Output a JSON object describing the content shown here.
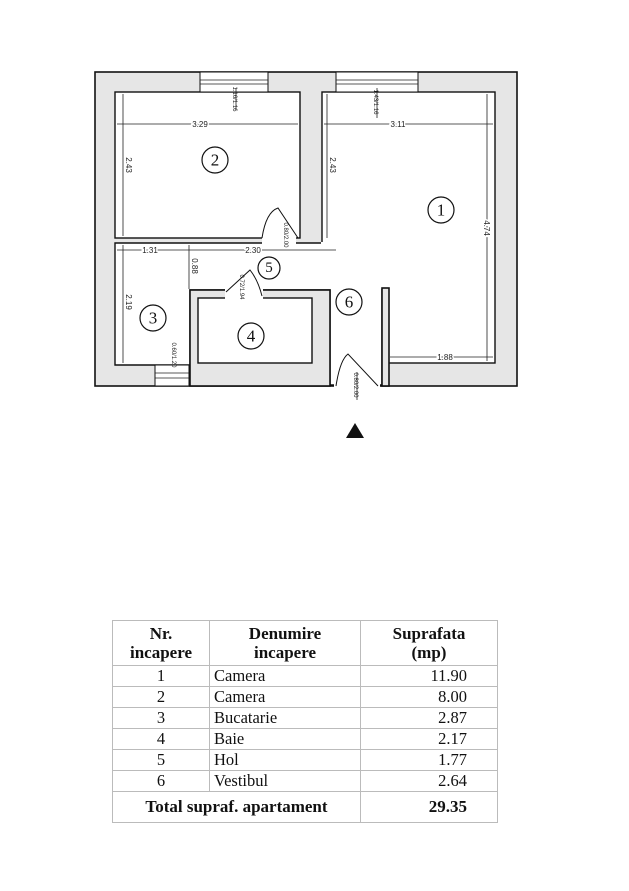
{
  "floor_plan": {
    "rooms": [
      {
        "number": "1"
      },
      {
        "number": "2"
      },
      {
        "number": "3"
      },
      {
        "number": "4"
      },
      {
        "number": "5"
      },
      {
        "number": "6"
      }
    ],
    "dimensions": {
      "room2_width": "3.29",
      "room2_depth": "2.43",
      "room1_width": "3.11",
      "room1_depth_left": "2.43",
      "room1_depth": "4.74",
      "room1_bottom_width": "1.88",
      "hall_left": "1.31",
      "hall_right": "2.30",
      "hall_depth": "0.88",
      "kitchen_depth": "2.19"
    },
    "openings": {
      "window_room2": "1.16/1.16",
      "window_room1": "1.43/1.16",
      "door_room2": "0.80/2.00",
      "door_bath": "0.72/1.94",
      "door_entry": "0.80/2.00",
      "window_kitchen": "0.60/1.20"
    }
  },
  "table": {
    "headers": [
      "Nr. incapere",
      "Denumire incapere",
      "Suprafata (mp)"
    ],
    "header_lines": [
      [
        "Nr.",
        "incapere"
      ],
      [
        "Denumire",
        "incapere"
      ],
      [
        "Suprafata",
        "(mp)"
      ]
    ],
    "rows": [
      {
        "nr": "1",
        "name": "Camera",
        "area": "11.90"
      },
      {
        "nr": "2",
        "name": "Camera",
        "area": "8.00"
      },
      {
        "nr": "3",
        "name": "Bucatarie",
        "area": "2.87"
      },
      {
        "nr": "4",
        "name": "Baie",
        "area": "2.17"
      },
      {
        "nr": "5",
        "name": "Hol",
        "area": "1.77"
      },
      {
        "nr": "6",
        "name": "Vestibul",
        "area": "2.64"
      }
    ],
    "total_label": "Total supraf. apartament",
    "total_value": "29.35"
  }
}
